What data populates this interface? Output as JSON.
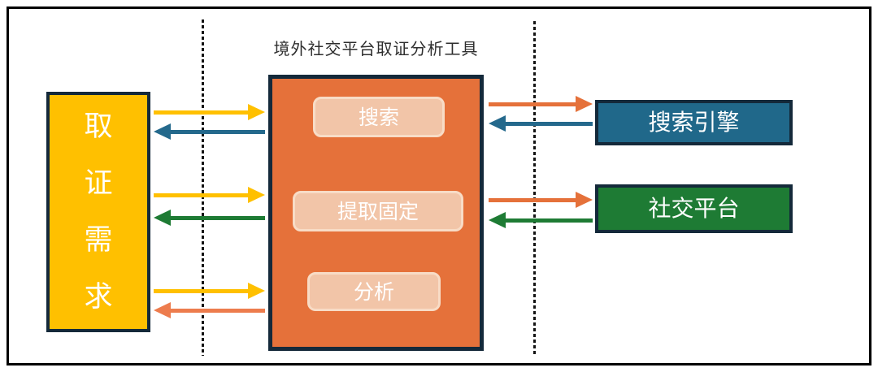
{
  "title": "境外社交平台取证分析工具",
  "left_box": {
    "label": "取证需求"
  },
  "tool": {
    "modules": [
      {
        "label": "搜索"
      },
      {
        "label": "提取固定"
      },
      {
        "label": "分析"
      }
    ]
  },
  "right_boxes": [
    {
      "label": "搜索引擎"
    },
    {
      "label": "社交平台"
    }
  ],
  "arrows": [
    {
      "name": "requirement-to-tool-search",
      "direction": "right",
      "color": "#FFC000"
    },
    {
      "name": "tool-to-requirement-search-result",
      "direction": "left",
      "color": "#24698C"
    },
    {
      "name": "requirement-to-tool-extract",
      "direction": "right",
      "color": "#FFC000"
    },
    {
      "name": "tool-to-requirement-extract-result",
      "direction": "left",
      "color": "#1E7B34"
    },
    {
      "name": "requirement-to-tool-analyze",
      "direction": "right",
      "color": "#FFC000"
    },
    {
      "name": "tool-to-requirement-analyze-result",
      "direction": "left",
      "color": "#ED7C4D"
    },
    {
      "name": "tool-to-search-engine",
      "direction": "right",
      "color": "#E5713A"
    },
    {
      "name": "search-engine-to-tool",
      "direction": "left",
      "color": "#24698C"
    },
    {
      "name": "tool-to-social-platform",
      "direction": "right",
      "color": "#E5713A"
    },
    {
      "name": "social-platform-to-tool",
      "direction": "left",
      "color": "#1E7B34"
    }
  ],
  "colors": {
    "yellow": "#FFC000",
    "orange": "#E5713A",
    "orange_light": "#ED7C4D",
    "teal_arrow": "#24698C",
    "teal_box": "#20688A",
    "green": "#1E7B34",
    "dark_border": "#14293A",
    "peach_fill": "#F2C5A8",
    "peach_border": "#F8DCC6",
    "frame": "#000000"
  }
}
